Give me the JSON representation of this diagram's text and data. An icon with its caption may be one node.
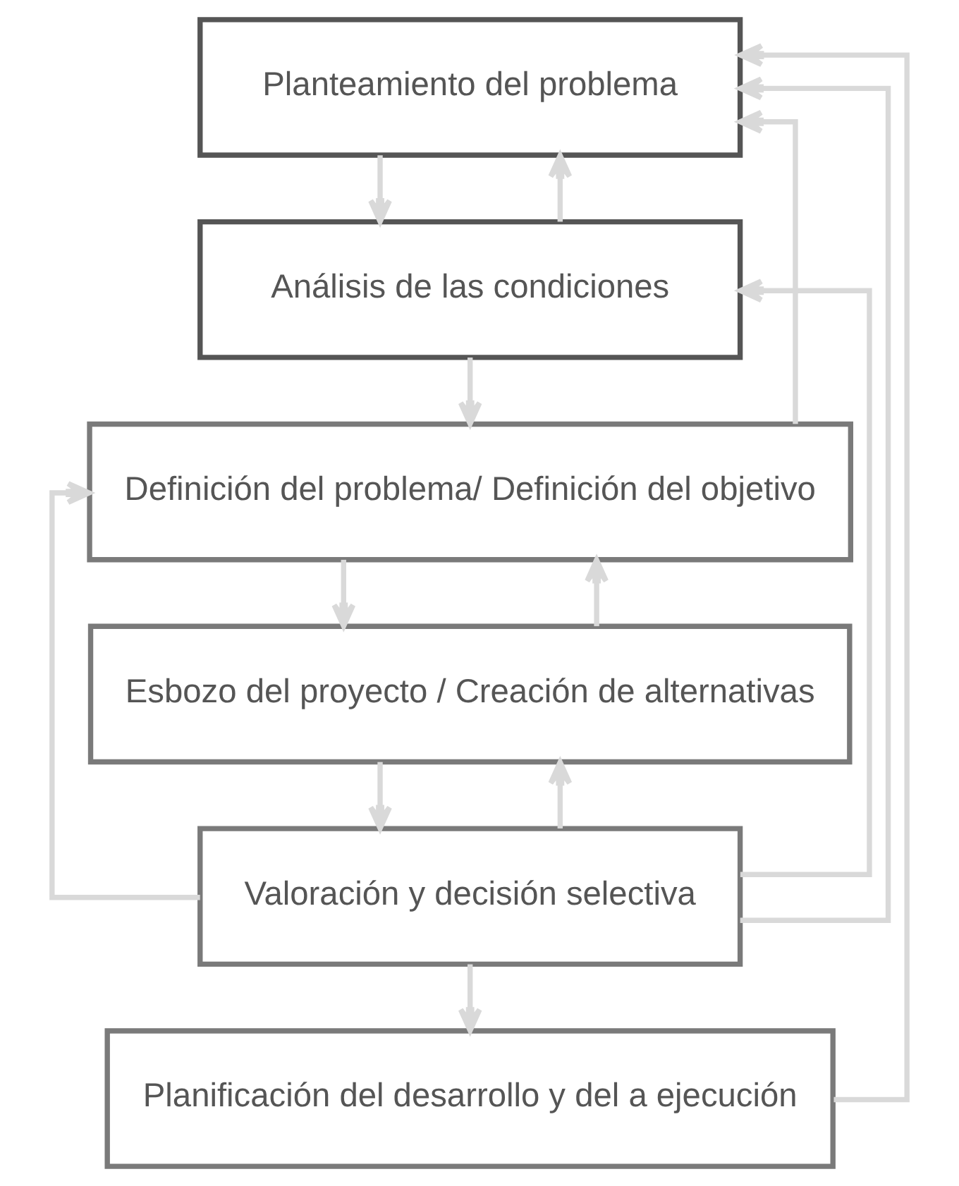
{
  "diagram": {
    "nodes": [
      {
        "text": [
          "Planteamiento del problema"
        ]
      },
      {
        "text": [
          "Análisis de las condiciones"
        ]
      },
      {
        "text": [
          "Definición del problema/ Definición del objetivo"
        ]
      },
      {
        "text": [
          "Esbozo del proyecto / Creación de alternativas"
        ]
      },
      {
        "text": [
          "Valoración y decisión selectiva"
        ]
      },
      {
        "text": [
          "Planificación del desarrollo y del a ejecución"
        ]
      }
    ],
    "edges": [
      {
        "from": 0,
        "to": 1,
        "arrow": "to"
      },
      {
        "from": 1,
        "to": 2,
        "arrow": "to"
      },
      {
        "from": 2,
        "to": 3,
        "arrow": "to"
      },
      {
        "from": 3,
        "to": 4,
        "arrow": "to"
      },
      {
        "from": 4,
        "to": 5,
        "arrow": "to"
      },
      {
        "from": 1,
        "to": 0,
        "arrow": "to"
      },
      {
        "from": 2,
        "to": 0,
        "arrow": "to"
      },
      {
        "from": 4,
        "to": 0,
        "arrow": "to"
      },
      {
        "from": 4,
        "to": 3,
        "arrow": "to"
      },
      {
        "from": 3,
        "to": 2,
        "arrow": "to"
      },
      {
        "from": 4,
        "to": 2,
        "arrow": "to"
      },
      {
        "from": 4,
        "to": 1,
        "arrow": "to"
      },
      {
        "from": 5,
        "to": 0,
        "arrow": "to"
      }
    ]
  }
}
